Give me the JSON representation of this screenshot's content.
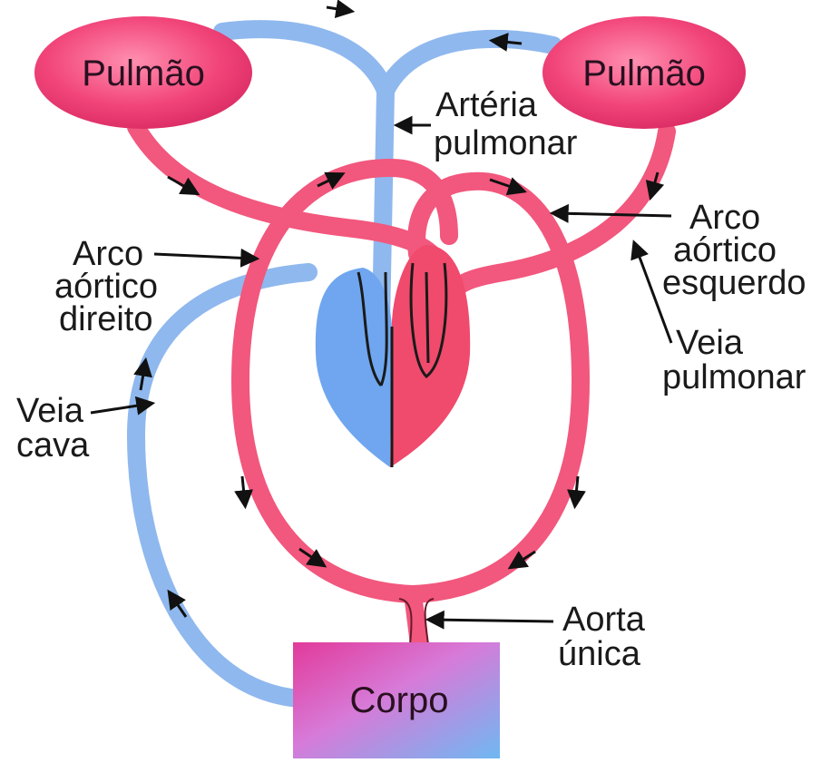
{
  "diagram": {
    "organs": {
      "lung_left": "Pulmão",
      "lung_right": "Pulmão",
      "body": "Corpo"
    },
    "labels": {
      "pulmonary_artery": [
        "Artéria",
        "pulmonar"
      ],
      "left_aortic_arch": [
        "Arco",
        "aórtico",
        "esquerdo"
      ],
      "right_aortic_arch": [
        "Arco",
        "aórtico",
        "direito"
      ],
      "pulmonary_vein": [
        "Veia",
        "pulmonar"
      ],
      "vena_cava": [
        "Veia",
        "cava"
      ],
      "single_aorta": [
        "Aorta",
        "única"
      ]
    },
    "colors": {
      "oxygenated": "#f2577d",
      "deoxygenated": "#8fb8ee",
      "lung_fill": "#f03d72",
      "heart_right": "#6fa6ef",
      "heart_left": "#f04a6c"
    }
  }
}
